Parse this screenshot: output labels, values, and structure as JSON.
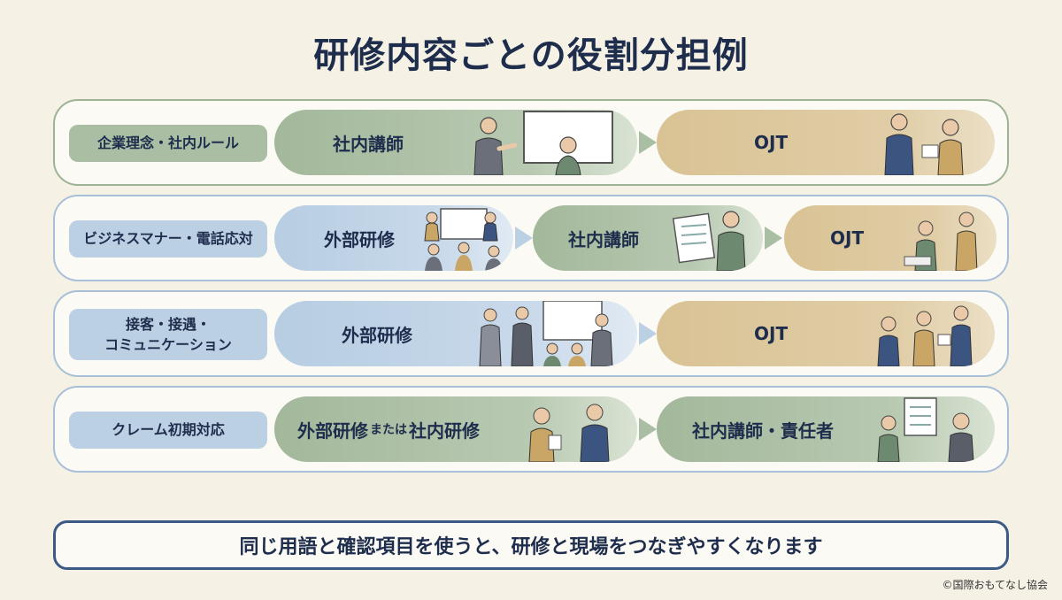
{
  "title": "研修内容ごとの役割分担例",
  "rows": [
    {
      "label": "企業理念・社内ルール",
      "steps": [
        "社内講師",
        "OJT"
      ]
    },
    {
      "label": "ビジネスマナー・電話応対",
      "steps": [
        "外部研修",
        "社内講師",
        "OJT"
      ]
    },
    {
      "label_lines": [
        "接客・接遇・",
        "コミュニケーション"
      ],
      "steps": [
        "外部研修",
        "OJT"
      ]
    },
    {
      "label": "クレーム初期対応",
      "step1_parts": [
        "外部研修",
        "または",
        "社内研修"
      ],
      "steps": [
        "社内講師・責任者"
      ]
    }
  ],
  "footer": "同じ用語と確認項目を使うと、研修と現場をつなぎやすくなります",
  "copyright": "©国際おもてなし協会",
  "colors": {
    "green": "#a9bea3",
    "blue": "#bcd0e4",
    "tan": "#dcc89d",
    "navy": "#1f2d4d"
  }
}
